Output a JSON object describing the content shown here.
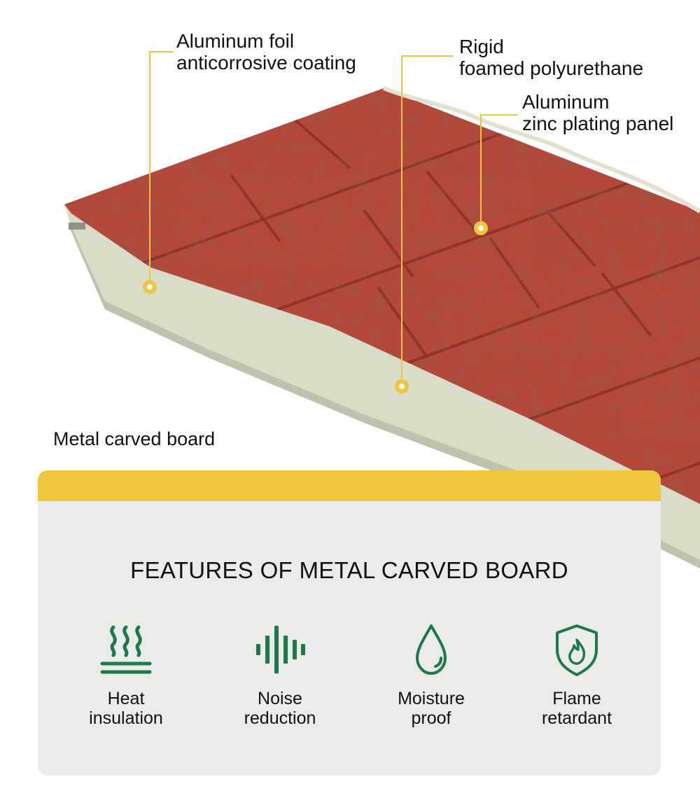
{
  "callouts": [
    {
      "line1": "Aluminum foil",
      "line2": "anticorrosive coating"
    },
    {
      "line1": "Rigid",
      "line2": "foamed polyurethane"
    },
    {
      "line1": "Aluminum",
      "line2": "zinc plating panel"
    }
  ],
  "caption": "Metal carved board",
  "features": {
    "title": "FEATURES OF METAL CARVED BOARD",
    "items": [
      {
        "icon": "heat-insulation-icon",
        "line1": "Heat",
        "line2": "insulation"
      },
      {
        "icon": "noise-reduction-icon",
        "line1": "Noise",
        "line2": "reduction"
      },
      {
        "icon": "moisture-drop-icon",
        "line1": "Moisture",
        "line2": "proof"
      },
      {
        "icon": "flame-shield-icon",
        "line1": "Flame",
        "line2": "retardant"
      }
    ]
  },
  "colors": {
    "panel_red": "#b4493a",
    "foam": "#d9dcc7",
    "accent_yellow": "#f0c73c",
    "icon_green": "#1a7a4a",
    "card_bg": "#ebebea"
  }
}
